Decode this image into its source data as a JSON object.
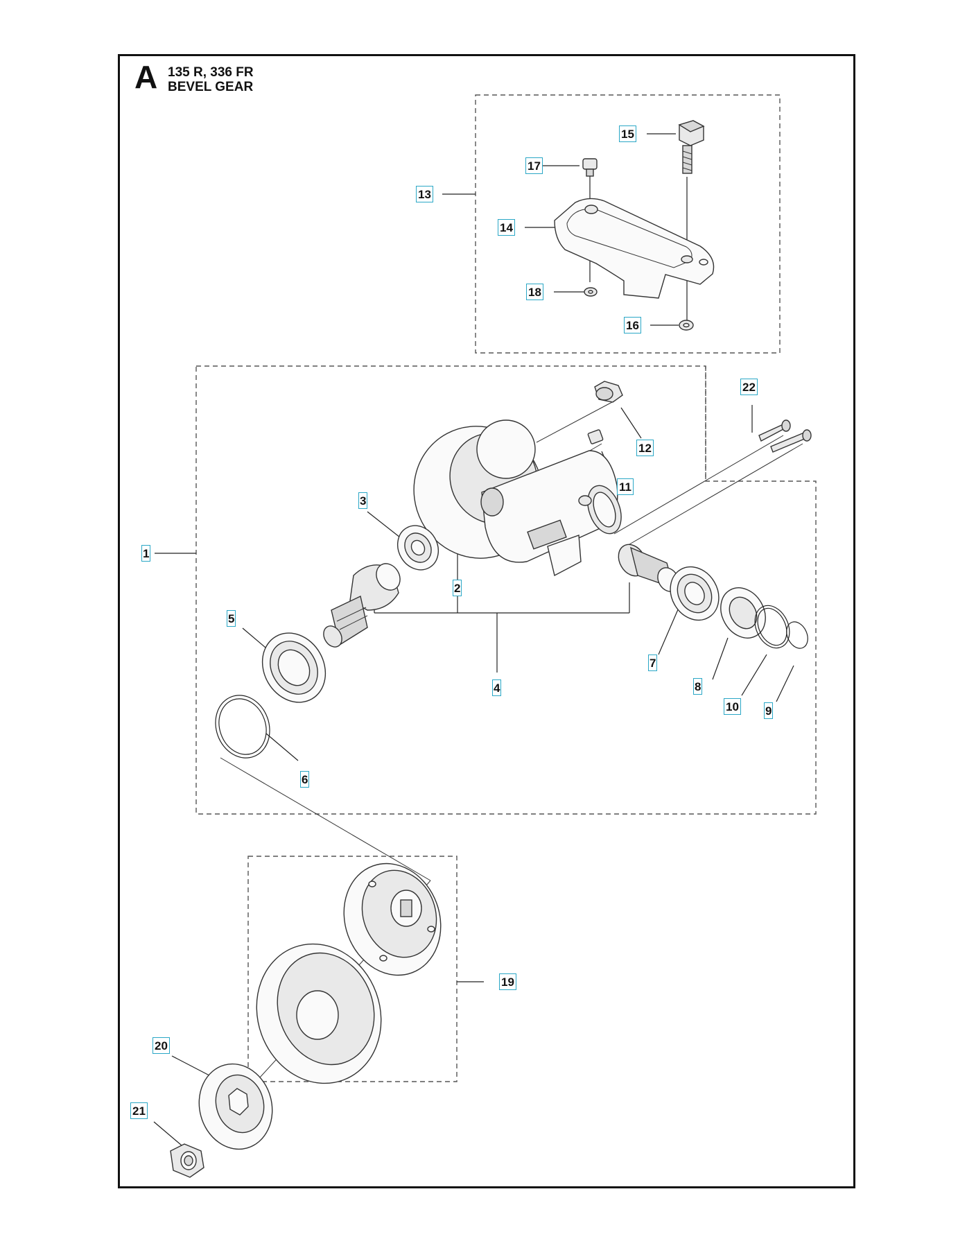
{
  "header": {
    "section_letter": "A",
    "models": "135 R, 336 FR",
    "assembly": "BEVEL GEAR"
  },
  "callouts": [
    {
      "id": "c1",
      "label": "1"
    },
    {
      "id": "c2",
      "label": "2"
    },
    {
      "id": "c3",
      "label": "3"
    },
    {
      "id": "c4",
      "label": "4"
    },
    {
      "id": "c5",
      "label": "5"
    },
    {
      "id": "c6",
      "label": "6"
    },
    {
      "id": "c7",
      "label": "7"
    },
    {
      "id": "c8",
      "label": "8"
    },
    {
      "id": "c9",
      "label": "9"
    },
    {
      "id": "c10",
      "label": "10"
    },
    {
      "id": "c11",
      "label": "11"
    },
    {
      "id": "c12",
      "label": "12"
    },
    {
      "id": "c13",
      "label": "13"
    },
    {
      "id": "c14",
      "label": "14"
    },
    {
      "id": "c15",
      "label": "15"
    },
    {
      "id": "c16",
      "label": "16"
    },
    {
      "id": "c17",
      "label": "17"
    },
    {
      "id": "c18",
      "label": "18"
    },
    {
      "id": "c19",
      "label": "19"
    },
    {
      "id": "c20",
      "label": "20"
    },
    {
      "id": "c21",
      "label": "21"
    },
    {
      "id": "c22",
      "label": "22"
    }
  ],
  "colors": {
    "callout_border": "#2aa7c6",
    "frame": "#111111",
    "group_dash": "#555555"
  }
}
